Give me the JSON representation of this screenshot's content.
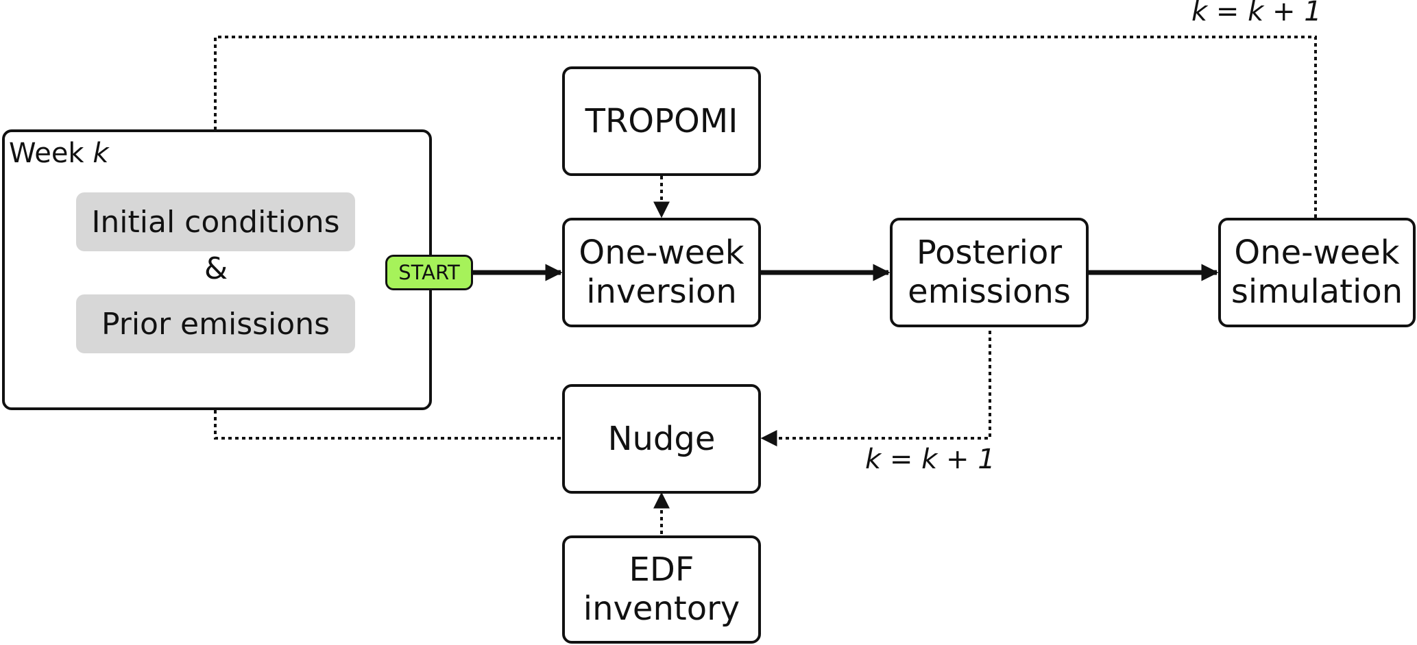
{
  "week": {
    "label": "Week ",
    "k": "k"
  },
  "initial_conditions": "Initial conditions",
  "ampersand": "&",
  "prior_emissions": "Prior emissions",
  "start": "START",
  "tropomi": "TROPOMI",
  "one_week_inversion": "One-week\ninversion",
  "posterior_emissions": "Posterior\nemissions",
  "one_week_simulation": "One-week\nsimulation",
  "nudge": "Nudge",
  "edf_inventory": "EDF\ninventory",
  "loop_label_top": "k = k + 1",
  "loop_label_bottom": "k = k + 1",
  "colors": {
    "start_fill": "#a6f25a",
    "grey_box_fill": "#d7d7d7",
    "stroke": "#111111"
  }
}
